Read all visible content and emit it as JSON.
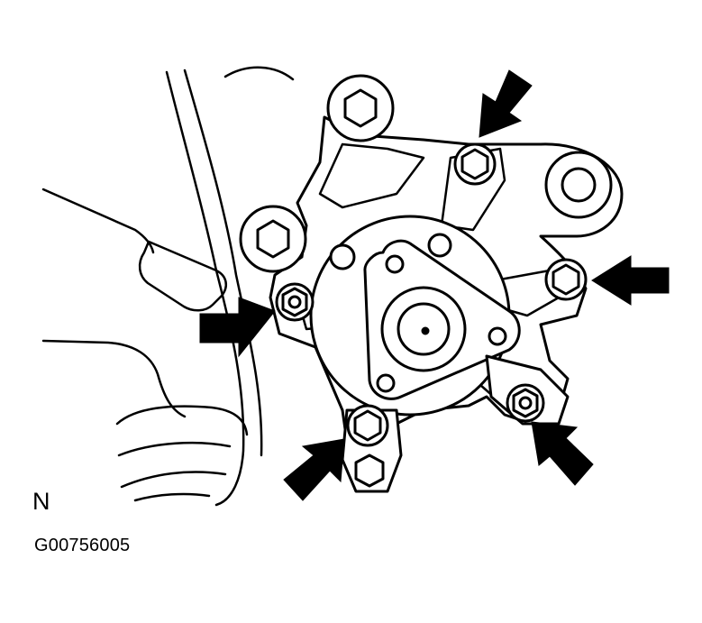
{
  "labels": {
    "orientation": "N",
    "figure_code": "G00756005"
  },
  "colors": {
    "ink": "#000000",
    "paper": "#ffffff"
  },
  "arrows": [
    {
      "name": "arrow-top-bolt",
      "target": "top-mounting-bolt"
    },
    {
      "name": "arrow-right-bolt",
      "target": "right-mounting-bolt"
    },
    {
      "name": "arrow-left-bolt",
      "target": "left-mounting-bolt"
    },
    {
      "name": "arrow-lower-left-bolt",
      "target": "lower-left-mounting-bolt"
    },
    {
      "name": "arrow-lower-right-bolt",
      "target": "lower-right-mounting-bolt"
    }
  ]
}
